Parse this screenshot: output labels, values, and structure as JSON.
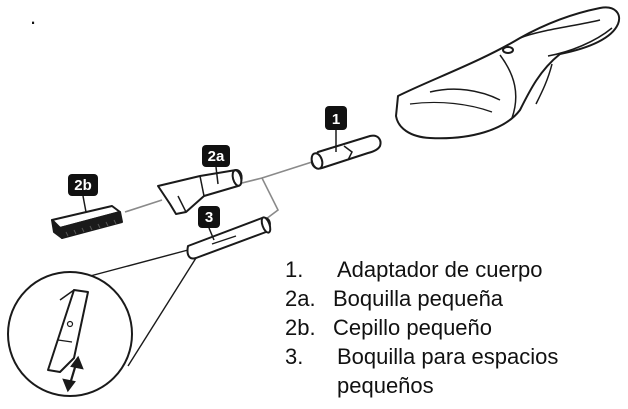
{
  "corner_mark": ".",
  "badges": {
    "adapter": "1",
    "small_nozzle": "2a",
    "small_brush": "2b",
    "crevice_nozzle": "3"
  },
  "parts_list": [
    {
      "number": "1.",
      "label": "Adaptador de cuerpo"
    },
    {
      "number": "2a.",
      "label": "Boquilla pequeña"
    },
    {
      "number": "2b.",
      "label": "Cepillo pequeño"
    },
    {
      "number": "3.",
      "label": "Boquilla para espacios",
      "continuation": "pequeños"
    }
  ],
  "colors": {
    "line": "#1a1a1a",
    "connector": "#8a8a8a",
    "badge_fill": "#111111",
    "badge_text": "#ffffff"
  }
}
